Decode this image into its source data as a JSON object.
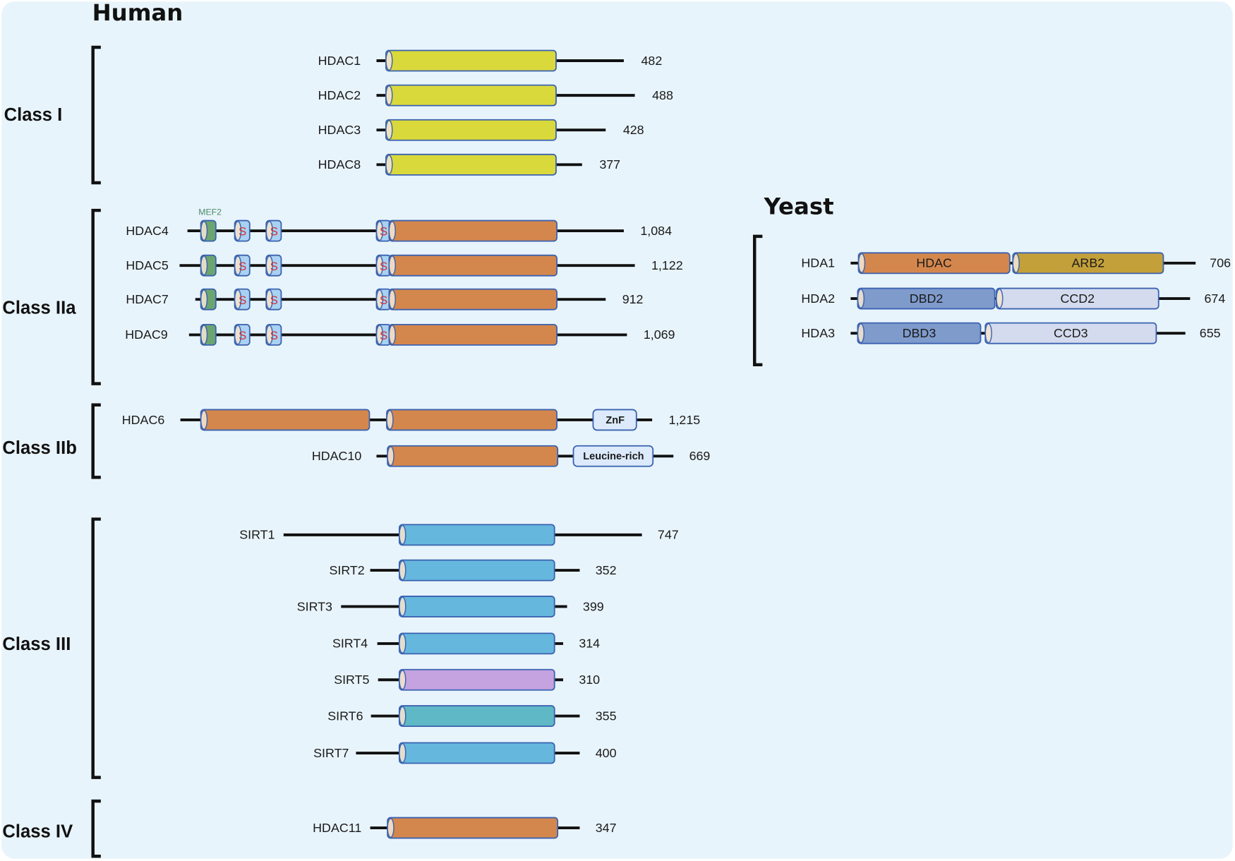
{
  "titles": {
    "human": "Human",
    "yeast": "Yeast"
  },
  "colors": {
    "class1": "#d9d93c",
    "hdac": "#d4874d",
    "sirt": "#66b7dd",
    "sirt5": "#c4a3e0",
    "sirt6": "#5fb8c6",
    "mef2": "#6ba56f",
    "s_site": "#a9d1f1",
    "znf": "#dceafb",
    "arb2": "#c4a03a",
    "dbd": "#7e9bcc",
    "ccd": "#d4dbee",
    "line": "#111111",
    "background": "#e8f4fb"
  },
  "human": {
    "classes": [
      {
        "label": "Class I",
        "proteins": [
          {
            "name": "HDAC1",
            "length": "482"
          },
          {
            "name": "HDAC2",
            "length": "488"
          },
          {
            "name": "HDAC3",
            "length": "428"
          },
          {
            "name": "HDAC8",
            "length": "377"
          }
        ]
      },
      {
        "label": "Class IIa",
        "mef2_label": "MEF2",
        "s_label": "S",
        "proteins": [
          {
            "name": "HDAC4",
            "length": "1,084"
          },
          {
            "name": "HDAC5",
            "length": "1,122"
          },
          {
            "name": "HDAC7",
            "length": "912"
          },
          {
            "name": "HDAC9",
            "length": "1,069"
          }
        ]
      },
      {
        "label": "Class IIb",
        "proteins": [
          {
            "name": "HDAC6",
            "length": "1,215",
            "extra_domain": "ZnF"
          },
          {
            "name": "HDAC10",
            "length": "669",
            "extra_domain": "Leucine-rich"
          }
        ]
      },
      {
        "label": "Class III",
        "proteins": [
          {
            "name": "SIRT1",
            "length": "747"
          },
          {
            "name": "SIRT2",
            "length": "352"
          },
          {
            "name": "SIRT3",
            "length": "399"
          },
          {
            "name": "SIRT4",
            "length": "314"
          },
          {
            "name": "SIRT5",
            "length": "310"
          },
          {
            "name": "SIRT6",
            "length": "355"
          },
          {
            "name": "SIRT7",
            "length": "400"
          }
        ]
      },
      {
        "label": "Class IV",
        "proteins": [
          {
            "name": "HDAC11",
            "length": "347"
          }
        ]
      }
    ]
  },
  "yeast": {
    "proteins": [
      {
        "name": "HDA1",
        "length": "706",
        "domains": [
          "HDAC",
          "ARB2"
        ]
      },
      {
        "name": "HDA2",
        "length": "674",
        "domains": [
          "DBD2",
          "CCD2"
        ]
      },
      {
        "name": "HDA3",
        "length": "655",
        "domains": [
          "DBD3",
          "CCD3"
        ]
      }
    ]
  }
}
